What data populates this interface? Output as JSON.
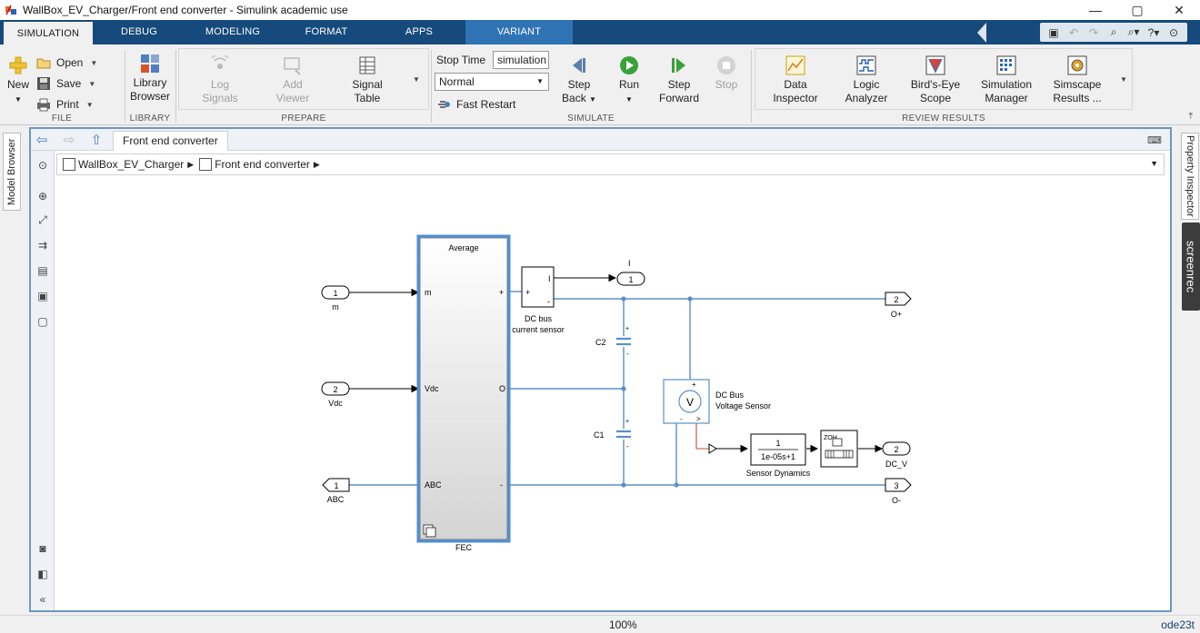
{
  "window": {
    "title": "WallBox_EV_Charger/Front end converter - Simulink academic use",
    "minimize": "—",
    "maximize": "▢",
    "close": "✕"
  },
  "tabs": [
    {
      "label": "SIMULATION"
    },
    {
      "label": "DEBUG"
    },
    {
      "label": "MODELING"
    },
    {
      "label": "FORMAT"
    },
    {
      "label": "APPS"
    },
    {
      "label": "VARIANT SUBSYSTEM"
    }
  ],
  "ribbon": {
    "file": {
      "label": "FILE",
      "new": "New",
      "open": "Open",
      "save": "Save",
      "print": "Print"
    },
    "library": {
      "label": "LIBRARY",
      "browser_line1": "Library",
      "browser_line2": "Browser"
    },
    "prepare": {
      "label": "PREPARE",
      "log_line1": "Log",
      "log_line2": "Signals",
      "viewer_line1": "Add",
      "viewer_line2": "Viewer",
      "table_line1": "Signal",
      "table_line2": "Table"
    },
    "simulate": {
      "label": "SIMULATE",
      "stop_time_label": "Stop Time",
      "stop_time_value": "simulation",
      "mode": "Normal",
      "fast_restart": "Fast Restart",
      "step_back_line1": "Step",
      "step_back_line2": "Back",
      "run": "Run",
      "step_fwd_line1": "Step",
      "step_fwd_line2": "Forward",
      "stop": "Stop"
    },
    "review": {
      "label": "REVIEW RESULTS",
      "data_line1": "Data",
      "data_line2": "Inspector",
      "logic_line1": "Logic",
      "logic_line2": "Analyzer",
      "birds_line1": "Bird's-Eye",
      "birds_line2": "Scope",
      "simmgr_line1": "Simulation",
      "simmgr_line2": "Manager",
      "simscape_line1": "Simscape",
      "simscape_line2": "Results ..."
    }
  },
  "side": {
    "left_tab": "Model Browser",
    "right_tab": "Property Inspector",
    "overlay": "screenrec"
  },
  "editor": {
    "tab": "Front end converter",
    "breadcrumb": [
      {
        "label": "WallBox_EV_Charger"
      },
      {
        "label": "Front end converter"
      }
    ]
  },
  "diagram": {
    "inports": [
      {
        "num": "1",
        "name": "m"
      },
      {
        "num": "2",
        "name": "Vdc"
      },
      {
        "num": "1",
        "name": "ABC"
      }
    ],
    "fec": {
      "title": "Average",
      "name": "FEC",
      "port_m": "m",
      "port_vdc": "Vdc",
      "port_abc": "ABC",
      "port_plus": "+",
      "port_o": "O",
      "port_minus": "-"
    },
    "current_sensor": {
      "name_line1": "DC bus",
      "name_line2": "current sensor",
      "port_i": "I",
      "port_plus": "+",
      "port_minus": "-"
    },
    "cap_c1": {
      "name": "C1",
      "plus": "+",
      "minus": "-"
    },
    "cap_c2": {
      "name": "C2",
      "plus": "+",
      "minus": "-"
    },
    "voltage_sensor": {
      "name_line1": "DC Bus",
      "name_line2": "Voltage Sensor",
      "symbol": "V",
      "plus": "+",
      "minus": "-",
      "out": ">"
    },
    "transfer_fcn": {
      "num": "1",
      "den": "1e-05s+1",
      "name": "Sensor Dynamics"
    },
    "zoh": {
      "label": "ZOH"
    },
    "outports": [
      {
        "num": "1",
        "name": "I"
      },
      {
        "num": "2",
        "name": "O+"
      },
      {
        "num": "2",
        "name": "DC_V"
      },
      {
        "num": "3",
        "name": "O-"
      }
    ]
  },
  "status": {
    "zoom": "100%",
    "solver": "ode23t"
  },
  "colors": {
    "tabstrip": "#174a7c",
    "variant_tab": "#2f73b5",
    "physical_line": "#5b8fc9",
    "signal_line": "#000000",
    "highlight": "#4a90d9"
  }
}
